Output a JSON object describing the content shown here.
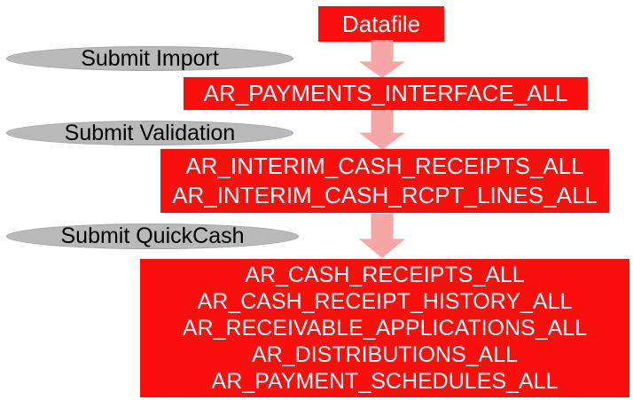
{
  "diagram": {
    "source_box": {
      "label": "Datafile"
    },
    "steps": [
      {
        "process_label": "Submit Import",
        "tables": [
          "AR_PAYMENTS_INTERFACE_ALL"
        ]
      },
      {
        "process_label": "Submit Validation",
        "tables": [
          "AR_INTERIM_CASH_RECEIPTS_ALL",
          "AR_INTERIM_CASH_RCPT_LINES_ALL"
        ]
      },
      {
        "process_label": "Submit QuickCash",
        "tables": [
          "AR_CASH_RECEIPTS_ALL",
          "AR_CASH_RECEIPT_HISTORY_ALL",
          "AR_RECEIVABLE_APPLICATIONS_ALL",
          "AR_DISTRIBUTIONS_ALL",
          "AR_PAYMENT_SCHEDULES_ALL"
        ]
      }
    ],
    "colors": {
      "box_red": "#fb0f0c",
      "box_text": "#ffffff",
      "ellipse_gray": "#b9b9b9",
      "ellipse_border": "#a3a3a3",
      "ellipse_text": "#000000",
      "arrow_pink": "#f7a6a6",
      "background": "#ffffff"
    }
  }
}
